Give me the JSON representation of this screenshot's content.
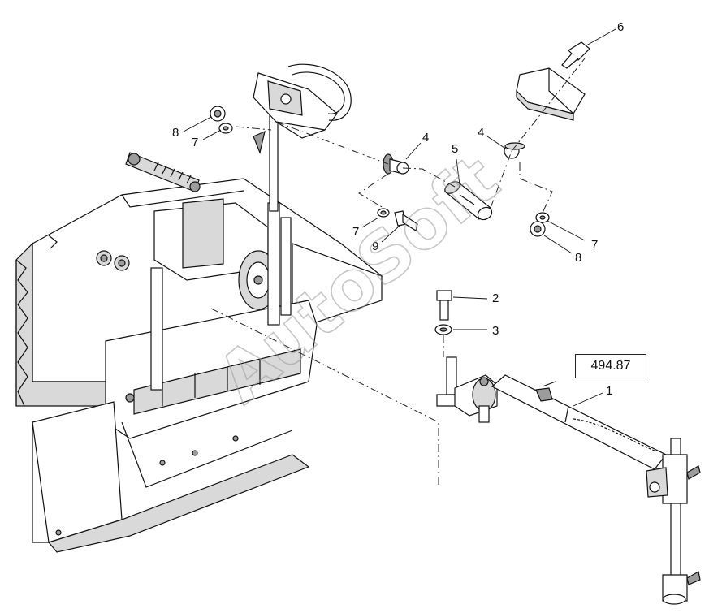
{
  "diagram": {
    "reference_number": "494.87",
    "watermark": "AutoSoft",
    "callouts": [
      {
        "id": "c6",
        "label": "6"
      },
      {
        "id": "c8a",
        "label": "8"
      },
      {
        "id": "c7a",
        "label": "7"
      },
      {
        "id": "c4a",
        "label": "4"
      },
      {
        "id": "c5",
        "label": "5"
      },
      {
        "id": "c4b",
        "label": "4"
      },
      {
        "id": "c7b",
        "label": "7"
      },
      {
        "id": "c9",
        "label": "9"
      },
      {
        "id": "c7c",
        "label": "7"
      },
      {
        "id": "c8b",
        "label": "8"
      },
      {
        "id": "c2",
        "label": "2"
      },
      {
        "id": "c3",
        "label": "3"
      },
      {
        "id": "c1",
        "label": "1"
      }
    ]
  }
}
